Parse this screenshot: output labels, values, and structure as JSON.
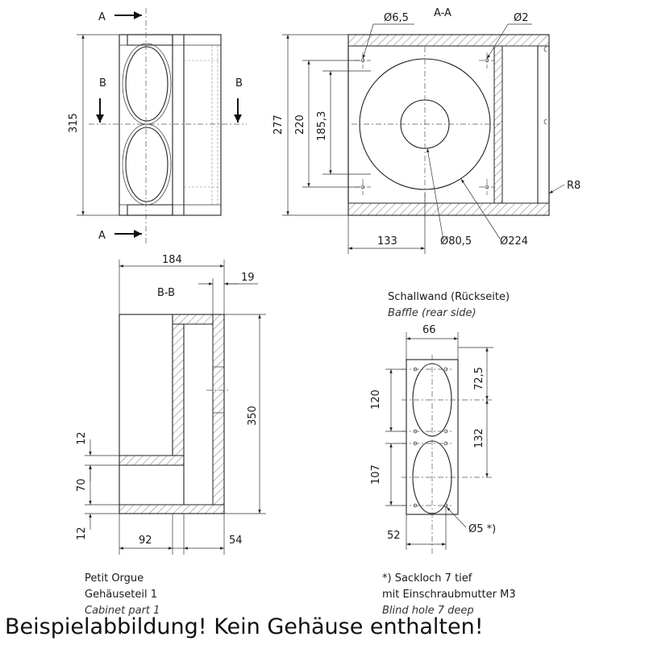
{
  "section_aa": {
    "title": "A-A"
  },
  "section_bb": {
    "title": "B-B"
  },
  "cut_labels": {
    "a": "A",
    "b": "B"
  },
  "dimensions": {
    "front_height": "315",
    "aa_height": "277",
    "aa_220": "220",
    "aa_185": "185,3",
    "aa_133": "133",
    "aa_d65": "Ø6,5",
    "aa_d2": "Ø2",
    "aa_d805": "Ø80,5",
    "aa_d224": "Ø224",
    "aa_r8": "R8",
    "bb_184": "184",
    "bb_19": "19",
    "bb_350": "350",
    "bb_12a": "12",
    "bb_70": "70",
    "bb_12b": "12",
    "bb_92": "92",
    "bb_54": "54",
    "baffle_66": "66",
    "baffle_725": "72,5",
    "baffle_120": "120",
    "baffle_132": "132",
    "baffle_107": "107",
    "baffle_52": "52",
    "baffle_d5": "Ø5 *)"
  },
  "baffle": {
    "title_de": "Schallwand (Rückseite)",
    "title_en": "Baffle (rear side)"
  },
  "title_block": {
    "line1": "Petit Orgue",
    "line2": "Gehäuseteil 1",
    "line3": "Cabinet part 1"
  },
  "footnote": {
    "line1": "*) Sackloch 7 tief",
    "line2": "mit Einschraubmutter M3",
    "line3": "Blind hole 7 deep"
  },
  "banner": "Beispielabbildung! Kein Gehäuse enthalten!"
}
